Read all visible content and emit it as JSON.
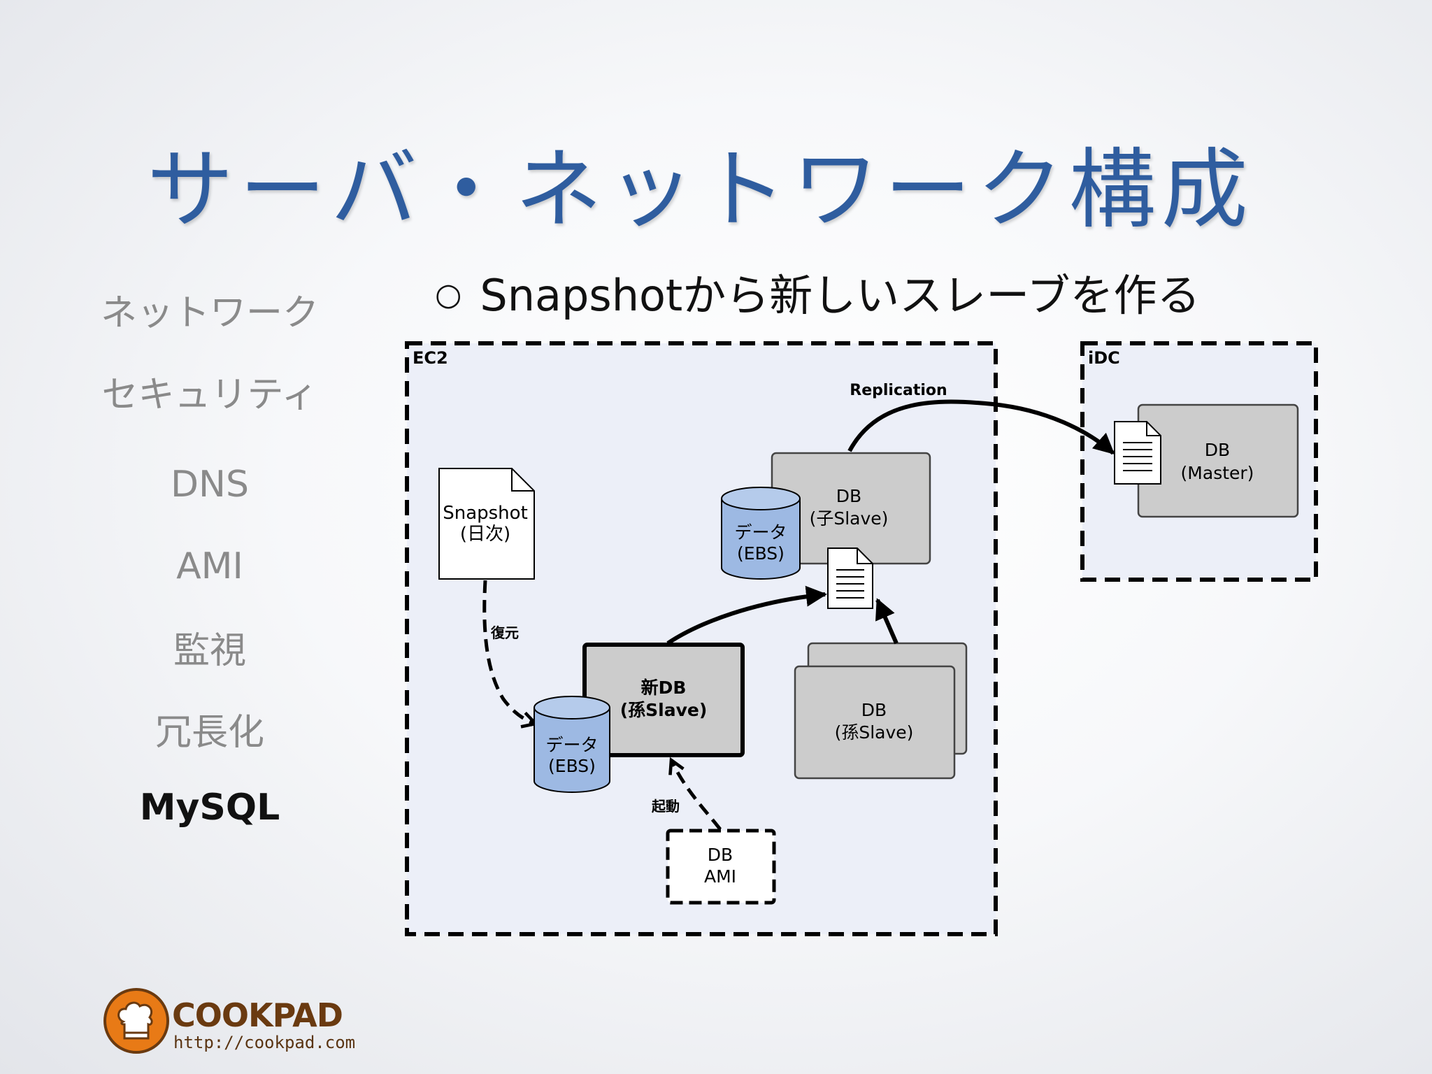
{
  "slide": {
    "title": "サーバ・ネットワーク構成",
    "bullet": "Snapshotから新しいスレーブを作る"
  },
  "nav": {
    "items": [
      {
        "label": "ネットワーク",
        "active": false
      },
      {
        "label": "セキュリティ",
        "active": false
      },
      {
        "label": "DNS",
        "active": false
      },
      {
        "label": "AMI",
        "active": false
      },
      {
        "label": "監視",
        "active": false
      },
      {
        "label": "冗長化",
        "active": false
      },
      {
        "label": "MySQL",
        "active": true
      }
    ]
  },
  "diagram": {
    "ec2_label": "EC2",
    "idc_label": "iDC",
    "replication_label": "Replication",
    "snapshot": {
      "line1": "Snapshot",
      "line2": "(日次)"
    },
    "restore_label": "復元",
    "launch_label": "起動",
    "child_slave": {
      "line1": "DB",
      "line2": "(子Slave)"
    },
    "child_data": {
      "line1": "データ",
      "line2": "(EBS)"
    },
    "new_db": {
      "line1": "新DB",
      "line2": "(孫Slave)"
    },
    "new_data": {
      "line1": "データ",
      "line2": "(EBS)"
    },
    "grandchild": {
      "line1": "DB",
      "line2": "(孫Slave)"
    },
    "ami": {
      "line1": "DB",
      "line2": "AMI"
    },
    "master": {
      "line1": "DB",
      "line2": "(Master)"
    }
  },
  "colors": {
    "title": "#2f5d9f",
    "group_bg": "#eceff8",
    "db_box": "#cccccc",
    "cylinder": "#9db9e3"
  },
  "logo": {
    "name": "COOKPAD",
    "url": "http://cookpad.com"
  }
}
